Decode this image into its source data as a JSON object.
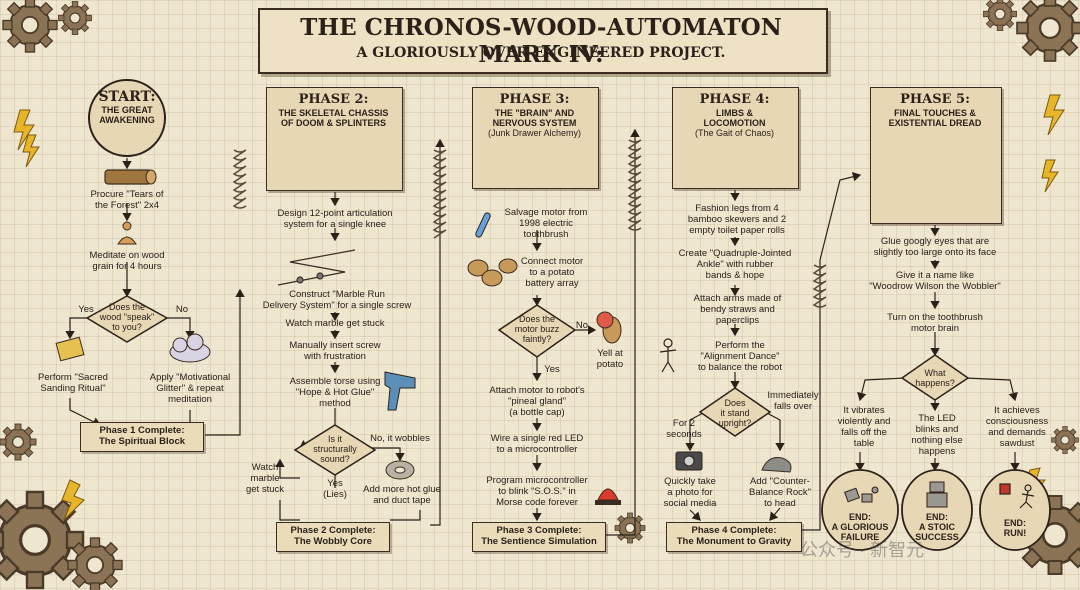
{
  "title": {
    "line1": "THE CHRONOS-WOOD-AUTOMATON MARK IV:",
    "line2": "A GLORIOUSLY OVER-ENGINEERED PROJECT."
  },
  "start": {
    "title": "START:",
    "sub1": "THE GREAT",
    "sub2": "AWAKENING"
  },
  "phase1": {
    "step1": [
      "Procure \"Tears of",
      "the Forest\" 2x4"
    ],
    "step2": [
      "Meditate on wood",
      "grain for 4 hours"
    ],
    "decision": [
      "Does the",
      "wood \"speak\"",
      "to you?"
    ],
    "yes": "Yes",
    "no": "No",
    "yes_action": [
      "Perform \"Sacred",
      "Sanding Ritual\""
    ],
    "no_action": [
      "Apply \"Motivational",
      "Glitter\" & repeat",
      "meditation"
    ],
    "complete": [
      "Phase 1 Complete:",
      "The Spiritual Block"
    ]
  },
  "phase2": {
    "title": "PHASE 2:",
    "sub": [
      "THE SKELETAL CHASSIS",
      "OF DOOM & SPLINTERS"
    ],
    "step1": [
      "Design 12-point articulation",
      "system for a single knee"
    ],
    "step2": [
      "Construct \"Marble Run",
      "Delivery System\" for a single screw"
    ],
    "step3": "Watch marble get stuck",
    "step4": [
      "Manually insert screw",
      "with frustration"
    ],
    "step5": [
      "Assemble torse using",
      "\"Hope & Hot Glue\"",
      "method"
    ],
    "decision": [
      "Is it",
      "structurally",
      "sound?"
    ],
    "no": "No, it wobbles",
    "yes": [
      "Yes",
      "(Lies)"
    ],
    "left": [
      "Watch",
      "marble",
      "get stuck"
    ],
    "fix": [
      "Add more hot glue",
      "and duct tape"
    ],
    "complete": [
      "Phase 2 Complete:",
      "The Wobbly Core"
    ]
  },
  "phase3": {
    "title": "PHASE 3:",
    "sub": [
      "THE \"BRAIN\" AND",
      "NERVOUS SYSTEM"
    ],
    "sub2": "(Junk Drawer Alchemy)",
    "step1": [
      "Salvage motor from",
      "1998 electric",
      "toothbrush"
    ],
    "step2": [
      "Connect motor",
      "to a potato",
      "battery array"
    ],
    "decision": [
      "Does the",
      "motor buzz",
      "faintly?"
    ],
    "no": "No",
    "yes": "Yes",
    "no_action": [
      "Yell at",
      "potato"
    ],
    "step3": [
      "Attach motor to robot's",
      "\"pineal gland\"",
      "(a bottle cap)"
    ],
    "step4": [
      "Wire a single red LED",
      "to a microcontroller"
    ],
    "step5": [
      "Program microcontroller",
      "to blink \"S.O.S.\" in",
      "Morse code forever"
    ],
    "complete": [
      "Phase 3 Complete:",
      "The Sentience Simulation"
    ]
  },
  "phase4": {
    "title": "PHASE 4:",
    "sub": [
      "LIMBS &",
      "LOCOMOTION"
    ],
    "sub2": "(The Gait of Chaos)",
    "step1": [
      "Fashion legs from 4",
      "bamboo skewers and 2",
      "empty toilet paper rolls"
    ],
    "step2": [
      "Create \"Quadruple-Jointed",
      "Ankle\" with rubber",
      "bands & hope"
    ],
    "step3": [
      "Attach arms made of",
      "bendy straws and",
      "paperclips"
    ],
    "step4": [
      "Perform the",
      "\"Alignment Dance\"",
      "to balance the robot"
    ],
    "decision": [
      "Does",
      "it stand",
      "upright?"
    ],
    "left": [
      "For 2",
      "seconds"
    ],
    "right": [
      "Immediately",
      "falls over"
    ],
    "left_action": [
      "Quickly take",
      "a photo for",
      "social media"
    ],
    "right_action": [
      "Add \"Counter-",
      "Balance Rock\"",
      "to head"
    ],
    "complete": [
      "Phase 4 Complete:",
      "The Monument to Gravity"
    ]
  },
  "phase5": {
    "title": "PHASE 5:",
    "sub": [
      "FINAL TOUCHES &",
      "EXISTENTIAL DREAD"
    ],
    "step1": [
      "Glue googly eyes that are",
      "slightly too large onto its face"
    ],
    "step2": [
      "Give it a name like",
      "\"Woodrow Wilson the Wobbler\""
    ],
    "step3": [
      "Turn on the toothbrush",
      "motor brain"
    ],
    "decision": [
      "What",
      "happens?"
    ],
    "out1": [
      "It vibrates",
      "violently and",
      "falls off the",
      "table"
    ],
    "out2": [
      "The LED",
      "blinks and",
      "nothing else",
      "happens"
    ],
    "out3": [
      "It achieves",
      "consciousness",
      "and demands",
      "sawdust"
    ],
    "end1": [
      "END:",
      "A GLORIOUS",
      "FAILURE"
    ],
    "end2": [
      "END:",
      "A STOIC",
      "SUCCESS"
    ],
    "end3": [
      "END:",
      "RUN!"
    ]
  },
  "watermark": "公众号 · 新智元",
  "colors": {
    "paper": "#efe6cf",
    "ink": "#2b2119",
    "box": "#e8d7b4",
    "gear": "#8b7355",
    "bolt": "#e6b52a"
  }
}
